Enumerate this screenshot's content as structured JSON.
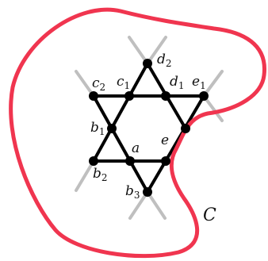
{
  "diagram": {
    "curve_label": "C",
    "curve_color": "#f0354f",
    "edge_color": "#000000",
    "vertices": [
      {
        "id": "d2",
        "base": "d",
        "sub": "2"
      },
      {
        "id": "c2",
        "base": "c",
        "sub": "2"
      },
      {
        "id": "c1",
        "base": "c",
        "sub": "1"
      },
      {
        "id": "d1",
        "base": "d",
        "sub": "1"
      },
      {
        "id": "e1",
        "base": "e",
        "sub": "1"
      },
      {
        "id": "b1",
        "base": "b",
        "sub": "1"
      },
      {
        "id": "e",
        "base": "e",
        "sub": ""
      },
      {
        "id": "a",
        "base": "a",
        "sub": ""
      },
      {
        "id": "b2",
        "base": "b",
        "sub": "2"
      },
      {
        "id": "b3",
        "base": "b",
        "sub": "3"
      }
    ]
  }
}
